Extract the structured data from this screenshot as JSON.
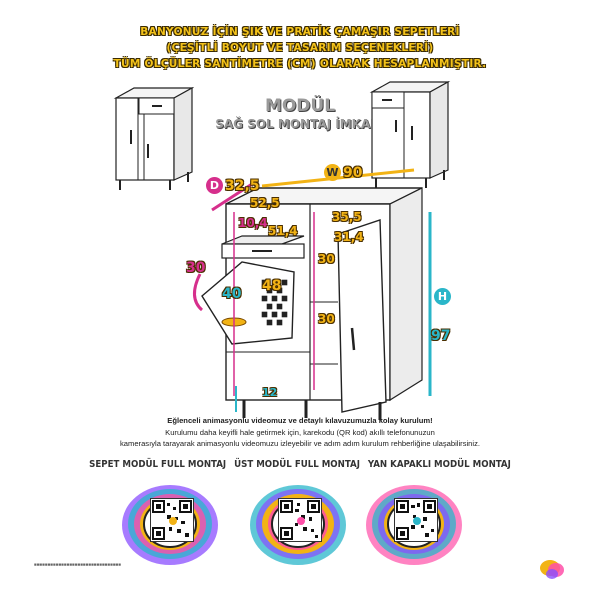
{
  "header": {
    "line1": "BANYONUZ İÇİN ŞIK VE PRATİK ÇAMAŞIR SEPETLERİ",
    "line2": "(ÇEŞİTLİ BOYUT VE TASARIM SEÇENEKLERİ)",
    "line3": "TÜM ÖLÇÜLER SANTİMETRE (CM) OLARAK HESAPLANMIŞTIR."
  },
  "title": {
    "main": "MODÜL",
    "sub": "SAĞ SOL MONTAJ İMKANI"
  },
  "dimensions": {
    "D": "D",
    "depth": "32,5",
    "W": "W",
    "width": "90",
    "H": "H",
    "height": "97",
    "top_left": "52,5",
    "top_right": "35,5",
    "drawer_w": "51,4",
    "inner_r": "31,4",
    "side_a": "10,4",
    "gap_a": "30",
    "gap_b": "30",
    "angle": "30",
    "bin_a": "40",
    "bin_b": "48",
    "leg": "12"
  },
  "info": {
    "line1": "Eğlenceli animasyonlu videomuz ve detaylı kılavuzumuzla kolay kurulum!",
    "line2": "Kurulumu daha keyifli hale getirmek için, karekodu (QR kod) akıllı telefonunuzun",
    "line3": "kamerasıyla tarayarak animasyonlu videomuzu izleyebilir ve adım adım kurulum rehberliğine ulaşabilirsiniz."
  },
  "qr_labels": [
    "SEPET MODÜL FULL MONTAJ",
    "ÜST MODÜL FULL MONTAJ",
    "YAN KAPAKLI MODÜL MONTAJ"
  ],
  "legal": "■■■■■■■■■■■■■■■■■■■■■■■■■■■■■■■■",
  "colors": {
    "accent": "#f2b315",
    "cyan": "#2ab6c9",
    "magenta": "#d62f8c",
    "pink": "#ff4fa8",
    "purple": "#8a4fff"
  }
}
